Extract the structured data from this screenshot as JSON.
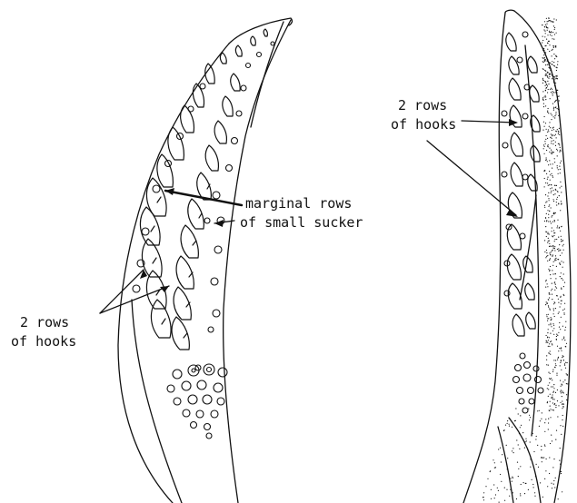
{
  "labels": {
    "marginal_rows_line1": "marginal rows",
    "marginal_rows_line2": "of small sucker",
    "left_hooks_line1": "2 rows",
    "left_hooks_line2": "of hooks",
    "right_hooks_line1": "2 rows",
    "right_hooks_line2": "of hooks"
  },
  "colors": {
    "ink": "#111111",
    "background": "#ffffff"
  }
}
